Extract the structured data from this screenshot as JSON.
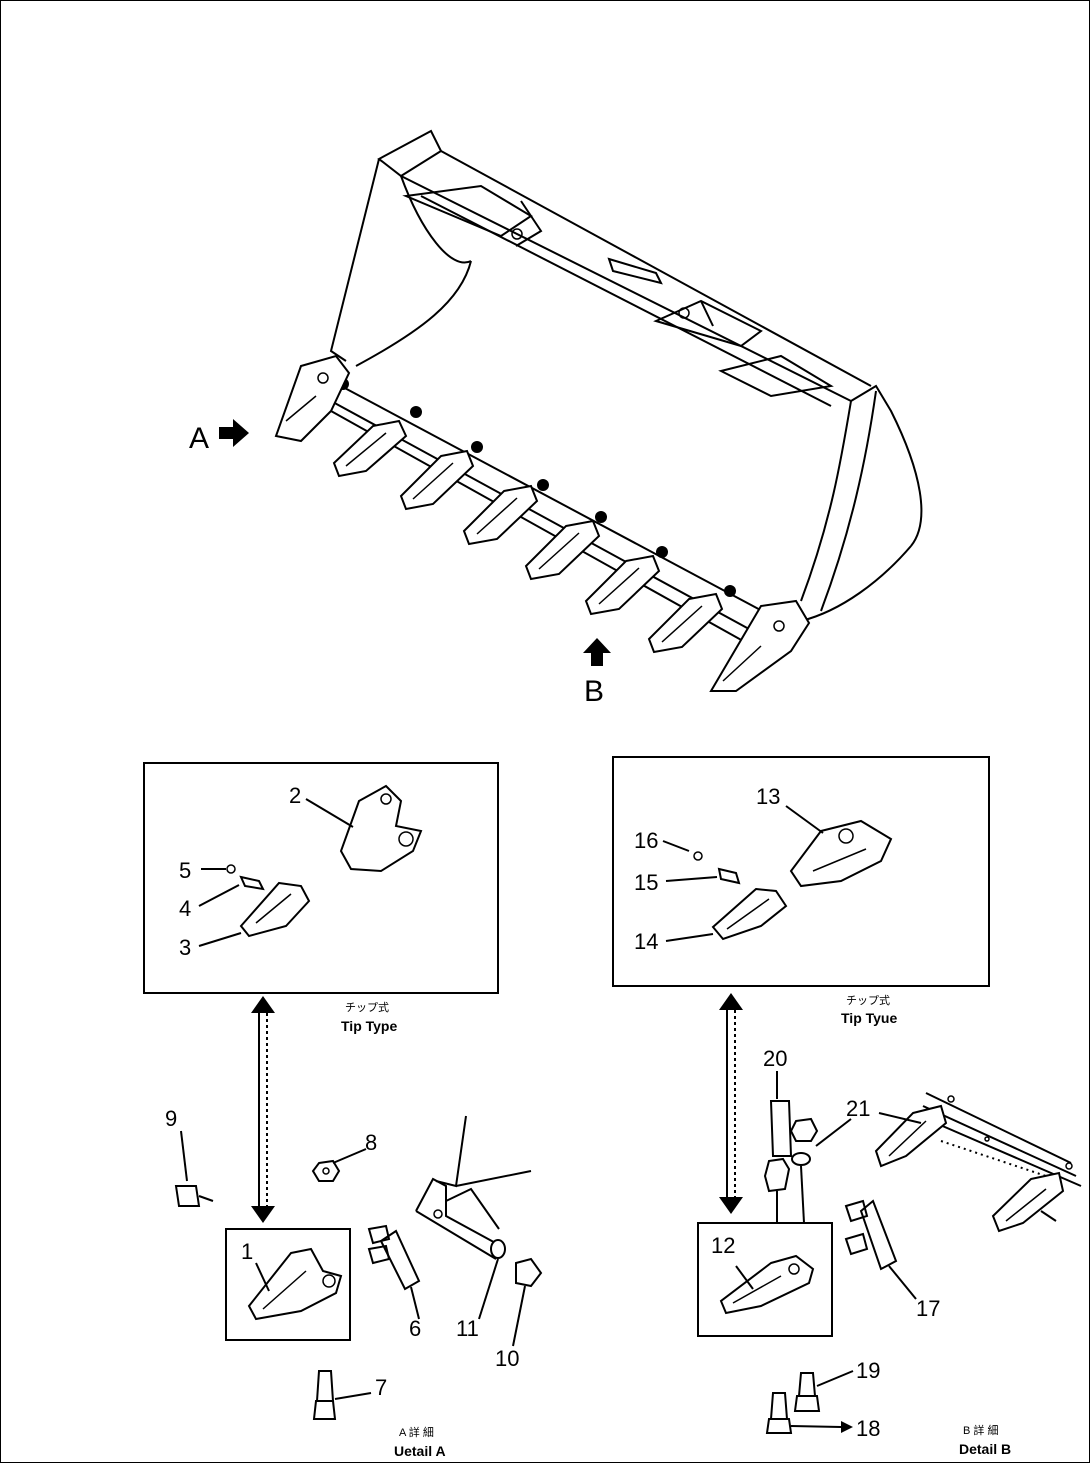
{
  "views": {
    "a_label": "A",
    "b_label": "B"
  },
  "parts": [
    {
      "id": "p1",
      "label": "1"
    },
    {
      "id": "p2",
      "label": "2"
    },
    {
      "id": "p3",
      "label": "3"
    },
    {
      "id": "p4",
      "label": "4"
    },
    {
      "id": "p5",
      "label": "5"
    },
    {
      "id": "p6",
      "label": "6"
    },
    {
      "id": "p7",
      "label": "7"
    },
    {
      "id": "p8",
      "label": "8"
    },
    {
      "id": "p9",
      "label": "9"
    },
    {
      "id": "p10",
      "label": "10"
    },
    {
      "id": "p11",
      "label": "11"
    },
    {
      "id": "p12",
      "label": "12"
    },
    {
      "id": "p13",
      "label": "13"
    },
    {
      "id": "p14",
      "label": "14"
    },
    {
      "id": "p15",
      "label": "15"
    },
    {
      "id": "p16",
      "label": "16"
    },
    {
      "id": "p17",
      "label": "17"
    },
    {
      "id": "p18",
      "label": "18"
    },
    {
      "id": "p19",
      "label": "19"
    },
    {
      "id": "p20",
      "label": "20"
    },
    {
      "id": "p21",
      "label": "21"
    }
  ],
  "captions": {
    "tip_type_a_jp": "チップ式",
    "tip_type_a_en": "Tip Type",
    "tip_type_b_jp": "チップ式",
    "tip_type_b_en": "Tip Tyue",
    "detail_a_jp": "A 詳 細",
    "detail_a_en": "Uetail A",
    "detail_b_jp": "B 詳 細",
    "detail_b_en": "Detail B"
  }
}
